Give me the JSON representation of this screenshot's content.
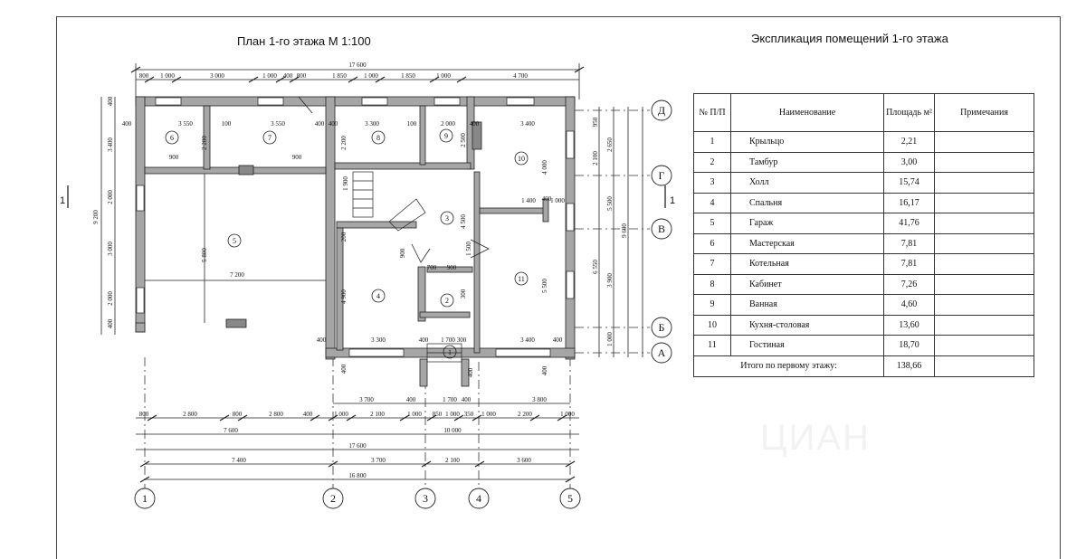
{
  "titles": {
    "plan": "План 1-го этажа М 1:100",
    "explication": "Экспликация помещений 1-го этажа"
  },
  "section_marks": [
    "1",
    "1"
  ],
  "dimensions": {
    "top_overall": "17 600",
    "top_chain": [
      "800",
      "1 000",
      "3 000",
      "1 000",
      "400",
      "800",
      "1 850",
      "1 000",
      "1 850",
      "1 000",
      "4 700"
    ],
    "bottom_row1": [
      "3 700",
      "400",
      "1 700",
      "400",
      "3 800"
    ],
    "bottom_row2": [
      "800",
      "2 800",
      "800",
      "2 800",
      "400",
      "1 000",
      "2 100",
      "1 000",
      "850",
      "1 000",
      "350",
      "1 000",
      "2 200",
      "1 000"
    ],
    "bottom_row3": [
      "7 600",
      "10 000"
    ],
    "bottom_overall": "17 600",
    "bottom_axes": [
      "7 400",
      "3 700",
      "2 100",
      "3 600"
    ],
    "bottom_total": "16 800",
    "left_chain": [
      "400",
      "3 400",
      "2 000",
      "3 000",
      "2 000",
      "400"
    ],
    "left_overall": "9 200",
    "right_chain": [
      "950",
      "2 650",
      "2 100",
      "5 500",
      "6 550",
      "3 900",
      "1 000",
      "9 600"
    ],
    "interior": [
      "3 550",
      "3 550",
      "3 300",
      "2 000",
      "3 400",
      "400",
      "400",
      "100",
      "400",
      "100",
      "400",
      "900",
      "900",
      "400",
      "1 400",
      "1 000",
      "7 200",
      "5 800",
      "4 900",
      "4 500",
      "4 000",
      "5 500",
      "1 500",
      "700",
      "900",
      "3 300",
      "1 700",
      "3 400",
      "400",
      "400",
      "400",
      "2 200",
      "2 200",
      "2 500",
      "200",
      "1 900",
      "400",
      "900",
      "400",
      "300",
      "300",
      "400"
    ]
  },
  "room_numbers": [
    "1",
    "2",
    "3",
    "4",
    "5",
    "6",
    "7",
    "8",
    "9",
    "10",
    "11"
  ],
  "axes": {
    "horizontal": [
      "Д",
      "Г",
      "В",
      "Б",
      "А"
    ],
    "vertical": [
      "1",
      "2",
      "3",
      "4",
      "5"
    ]
  },
  "explication": {
    "headers": [
      "№ П/П",
      "Наименование",
      "Площадь м²",
      "Примечания"
    ],
    "rows": [
      {
        "n": "1",
        "name": "Крыльцо",
        "area": "2,21",
        "note": ""
      },
      {
        "n": "2",
        "name": "Тамбур",
        "area": "3,00",
        "note": ""
      },
      {
        "n": "3",
        "name": "Холл",
        "area": "15,74",
        "note": ""
      },
      {
        "n": "4",
        "name": "Спальня",
        "area": "16,17",
        "note": ""
      },
      {
        "n": "5",
        "name": "Гараж",
        "area": "41,76",
        "note": ""
      },
      {
        "n": "6",
        "name": "Мастерская",
        "area": "7,81",
        "note": ""
      },
      {
        "n": "7",
        "name": "Котельная",
        "area": "7,81",
        "note": ""
      },
      {
        "n": "8",
        "name": "Кабинет",
        "area": "7,26",
        "note": ""
      },
      {
        "n": "9",
        "name": "Ванная",
        "area": "4,60",
        "note": ""
      },
      {
        "n": "10",
        "name": "Кухня-столовая",
        "area": "13,60",
        "note": ""
      },
      {
        "n": "11",
        "name": "Гостиная",
        "area": "18,70",
        "note": ""
      }
    ],
    "total_label": "Итого по первому этажу:",
    "total_value": "138,66"
  },
  "watermark": "ЦИАН"
}
